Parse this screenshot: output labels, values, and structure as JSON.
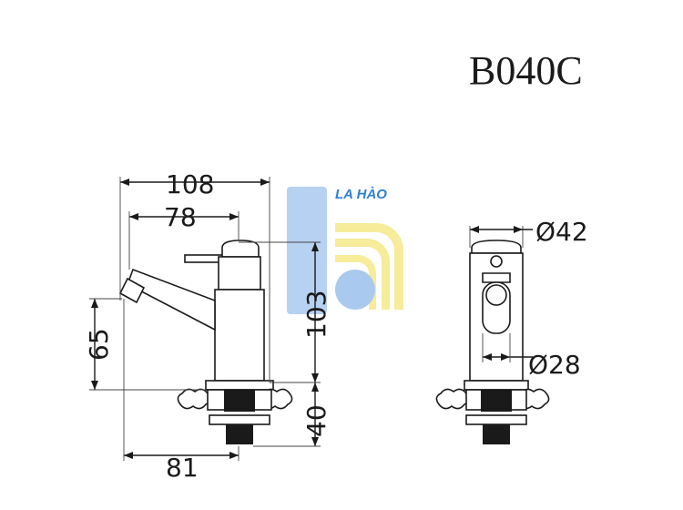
{
  "title": "B040C",
  "logo": {
    "text": "LA HÀO",
    "colors": {
      "blue": "#2f7fd4",
      "light_blue": "#a9c9ee",
      "yellow": "#f6ec9a"
    }
  },
  "side_view": {
    "dimensions": {
      "total_length": "108",
      "spout_length": "78",
      "total_height": "103",
      "spout_height": "65",
      "shank_length": "40",
      "base_offset": "81"
    }
  },
  "front_view": {
    "dimensions": {
      "body_diameter": "Ø42",
      "base_diameter": "Ø28"
    }
  }
}
